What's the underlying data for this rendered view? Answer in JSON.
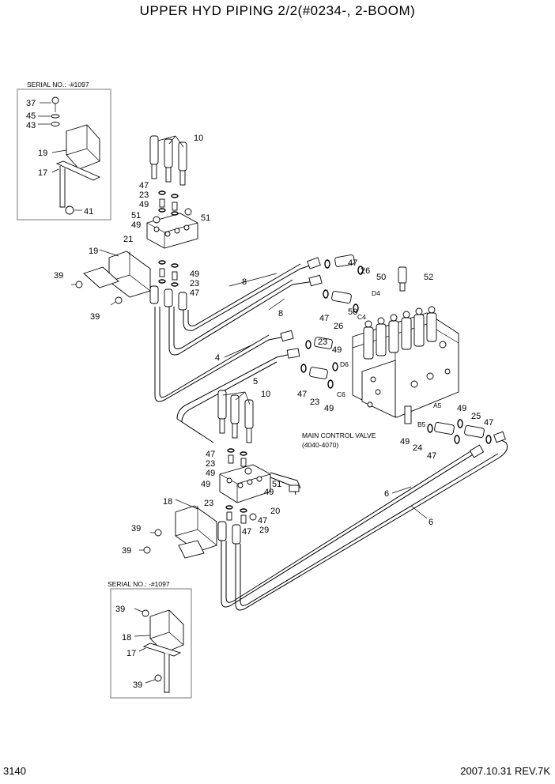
{
  "title": "UPPER HYD PIPING 2/2(#0234-, 2-BOOM)",
  "page_number": "3140",
  "revision": "2007.10.31  REV.7K",
  "inset_top": {
    "serial": "SERIAL NO.: -#1097"
  },
  "inset_bottom": {
    "serial": "SERIAL NO.: -#1097"
  },
  "mcv": {
    "label": "MAIN CONTROL VALVE",
    "range": "(4040-4070)"
  },
  "port_labels": [
    "D4",
    "C4",
    "D6",
    "C6",
    "A5",
    "B5"
  ],
  "callouts": [
    "37",
    "45",
    "43",
    "19",
    "17",
    "41",
    "10",
    "47",
    "23",
    "49",
    "51",
    "49",
    "51",
    "21",
    "19",
    "39",
    "39",
    "49",
    "23",
    "47",
    "8",
    "8",
    "47",
    "26",
    "50",
    "52",
    "47",
    "26",
    "50",
    "4",
    "5",
    "23",
    "49",
    "47",
    "23",
    "49",
    "10",
    "47",
    "23",
    "49",
    "51",
    "49",
    "49",
    "23",
    "20",
    "47",
    "29",
    "47",
    "18",
    "39",
    "39",
    "6",
    "6",
    "49",
    "25",
    "47",
    "49",
    "24",
    "47",
    "39",
    "18",
    "17",
    "39"
  ]
}
